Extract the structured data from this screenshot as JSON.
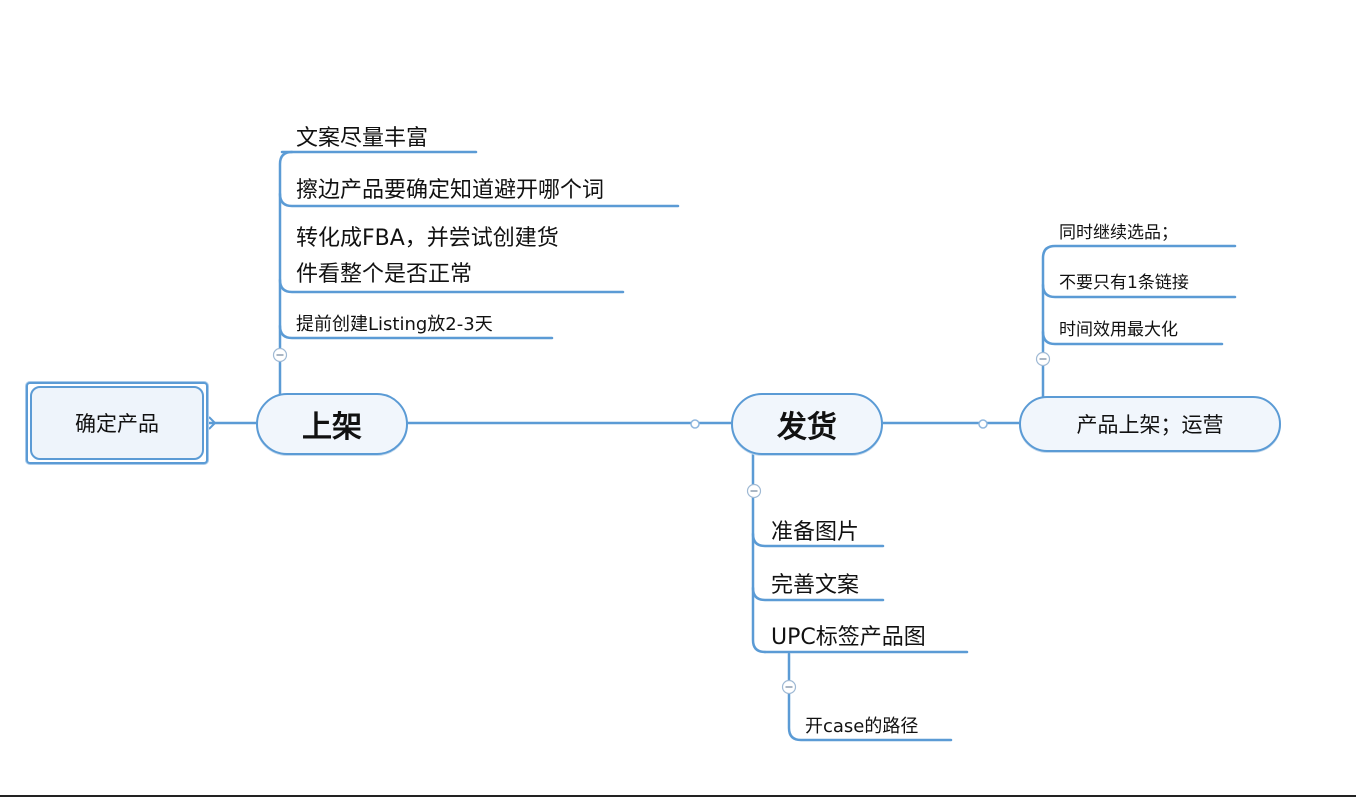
{
  "root": {
    "label": "确定产品"
  },
  "nodes": {
    "listing": {
      "label": "上架",
      "children": [
        "文案尽量丰富",
        "擦边产品要确定知道避开哪个词",
        [
          "转化成FBA，并尝试创建货",
          "件看整个是否正常"
        ],
        "提前创建Listing放2-3天"
      ]
    },
    "shipping": {
      "label": "发货",
      "children": [
        "准备图片",
        "完善文案",
        "UPC标签产品图"
      ],
      "upc_children": [
        "开case的路径"
      ]
    },
    "operations": {
      "label": "产品上架；运营",
      "children": [
        "同时继续选品；",
        "不要只有1条链接",
        "时间效用最大化"
      ]
    }
  },
  "colors": {
    "line": "#5b9bd5",
    "node_fill": "#f1f6fc",
    "text": "#111111"
  }
}
